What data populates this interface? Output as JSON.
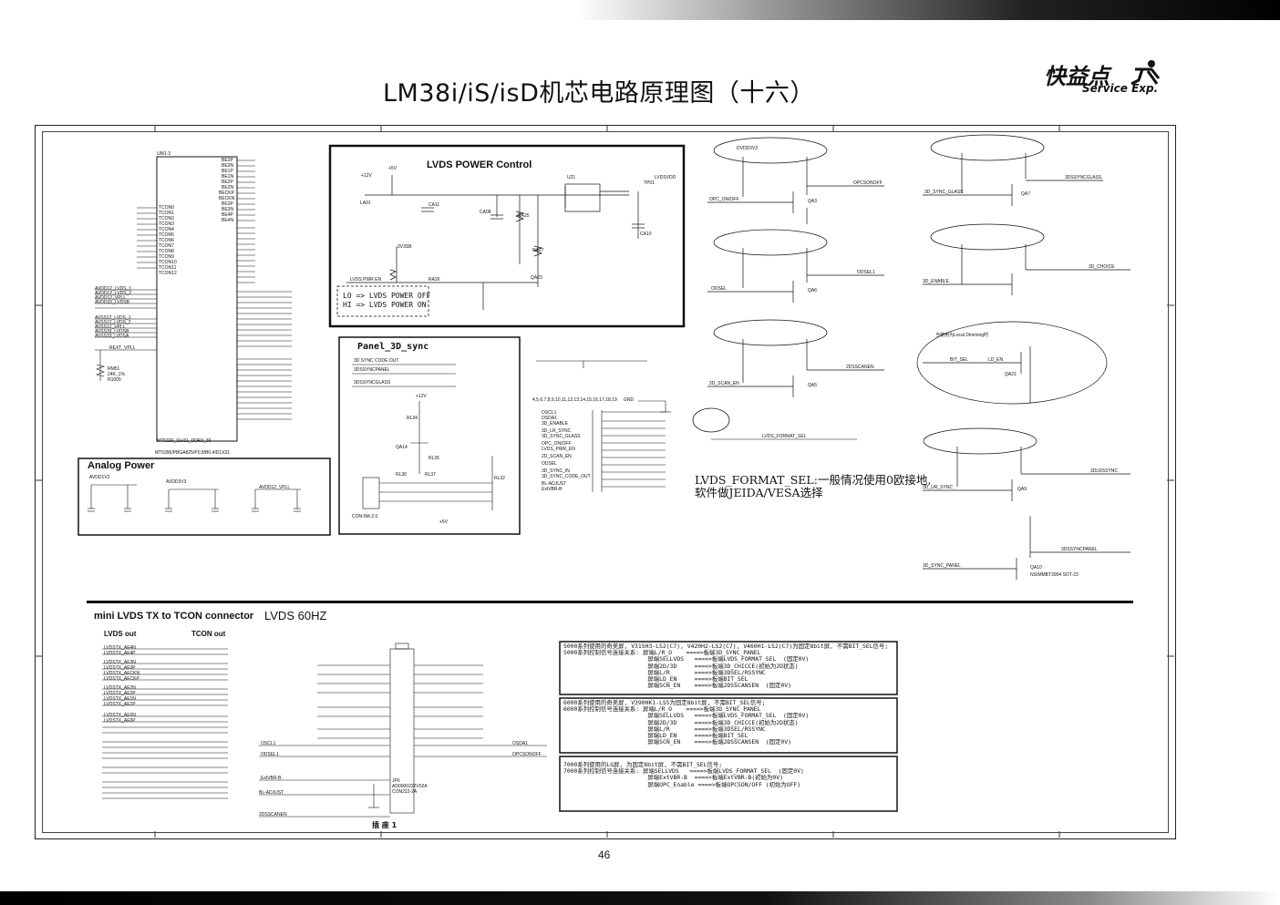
{
  "page": {
    "title": "LM38i/iS/isD机芯电路原理图（十六）",
    "page_number": "46"
  },
  "logo": {
    "name": "快益点",
    "subtitle": "Service Exp."
  },
  "blocks": {
    "lvds_power": {
      "title": "LVDS POWER Control",
      "note_line1": "LO => LVDS POWER OFF",
      "note_line2": "HI => LVDS POWER ON",
      "parts": [
        "RA25",
        "RA26",
        "RA27",
        "QA23",
        "CA08",
        "CA10",
        "CA11",
        "LA01",
        "U21",
        "TP01"
      ],
      "nets": [
        "+12V",
        "+5V",
        "3V3SB",
        "LVDS PWR EN",
        "LVDSVDD"
      ]
    },
    "panel_3d_sync": {
      "title": "Panel_3D_sync",
      "nets": [
        "3D SYNC CODE OUT",
        "3DSSYNCPANEL",
        "3DSSYNCGLASS",
        "+12V",
        "+5V"
      ],
      "parts": [
        "RL34",
        "RL35",
        "RL36",
        "RL37",
        "RL32",
        "QA14",
        "CON-5M-2.0"
      ]
    },
    "analog_power": {
      "title": "Analog Power",
      "nets": [
        "AVDD1V2",
        "AVDD3V3",
        "AVDD12_VPLL"
      ]
    },
    "ic": {
      "ref": "UM1-3",
      "part": "MT5326_31x31_DDR3_36",
      "package": "MT5396/PBGA825/P0.8/B0.4/D1X31",
      "left_pins": [
        "TCON0",
        "TCON1",
        "TCON2",
        "TCON3",
        "TCON4",
        "TCON5",
        "TCON6",
        "TCON7",
        "TCON8",
        "TCON9",
        "TCON10",
        "TCON11",
        "TCON12"
      ],
      "right_pins": [
        "BE3P",
        "BE3N",
        "BE1P",
        "BE1N",
        "BE2P",
        "BE2N",
        "BECKP",
        "BECKN",
        "BE3P",
        "BE3N",
        "BE4P",
        "BE4N"
      ],
      "power_pins": [
        "AVDD12_LVDS_1",
        "AVDD12_LVDS_2",
        "AVDD12_VPLL",
        "AVDD33_LVDSB",
        "AVSS12_LVDS_1",
        "AVSS12_LVDS_2",
        "AVSS12_VPLL",
        "AVSS33_LVDSB",
        "AVSS33_LVDSA",
        "REXT_VPLL"
      ],
      "resistor": "RM51 24K_1% R1005"
    },
    "format_sel": {
      "note_line1": "LVDS_FORMAT_SEL:一般情况使用0欧接地,",
      "note_line2": "软件做JEIDA/VESA选择",
      "connector_pins": "4,5,6,7,8,9,10,11,12,13,14,15,16,17,18,19",
      "signals": [
        "OSCL1",
        "OSDA1",
        "3D_ENABLE",
        "3D_LR_SYNC",
        "3D_SYNC_GLASS",
        "OPC_ON/OFF",
        "LVDS_PWR_EN",
        "2D_SCAN_EN",
        "ODSEL",
        "3D_SYNC_IN",
        "3D_SYNC_CODE_OUT",
        "BL-ADJUST",
        "ExtVBR-B"
      ],
      "net": "GND"
    },
    "mini_lvds": {
      "title": "mini LVDS TX to TCON connector",
      "subtitle": "LVDS 60HZ",
      "col_left": "LVDS out",
      "col_right": "TCON out",
      "connector": "插 座 1",
      "connector_part": "JP6 AD0000222V02A CON222-2A",
      "nets": [
        "LVDSTX_AE4N",
        "LVDSTX_AE4P",
        "LVDSTX_AE3N",
        "LVDSTX_AE3P",
        "LVDSTX_AECKN",
        "LVDSTX_AECKP",
        "LVDSTX_AE2N",
        "LVDSTX_AE2P",
        "LVDSTX_AE1N",
        "LVDSTX_AE1P",
        "LVDSTX_AE0N",
        "LVDSTX_AE0P",
        "OSCL1",
        "ODSEL1",
        "ExtVBR-B",
        "BL-ADJUST",
        "2DSSCANEN",
        "OSDA1",
        "OPCSONOFF"
      ]
    },
    "right_circuits": {
      "nets": [
        "DVDD3V3",
        "OPC_ON/OFF",
        "OPCSONOFF",
        "3D_SYNC_GLASS",
        "3DSSYNCGLASS",
        "3D_ENABLE",
        "3D_CHOICE",
        "ODSEL",
        "ODSEL1",
        "2D_SCAN_EN",
        "2DSSCANEN",
        "BIT_SEL",
        "LD_EN",
        "LVDS_FORMAT_SEL",
        "3D_UR_SYNC",
        "3DLRSSYNC",
        "3D_SYNC_PANEL",
        "3DSSYNCPANEL"
      ],
      "transistors": [
        "QA3",
        "QA7",
        "QA6",
        "QA5",
        "QA21",
        "QA9",
        "QA10"
      ],
      "parts_note": "NS/MMBT3904 SOT-23"
    },
    "config_notes": [
      {
        "text": "5000系列使用的奇美屏, V315H3-LS2(C7), V420H2-LS2(C7), V460H1-LS2(C7)为固定8bit屏, 不需BIT_SEL信号;\n5000系列控制信号连接关系: 屏端L/R_O    ====>板端3D_SYNC_PANEL\n                        屏端SELLVDS   ====>板端LVDS_FORMAT_SEL  (固定0V)\n                        屏端2D/3D     ====>板端3D_CHICCE(初始为2D状态)\n                        屏端L/R       ====>板端3DSEL/RSSYNC\n                        屏端LD_EN     ====>板端BIT_SEL\n                        屏端SCN_EN    ====>板端2DSSCANSEN  (固定0V)"
      },
      {
        "text": "6000系列使用的奇美屏, V390HK1-LS5为固定8bit屏, 不需BIT_SEL信号;\n6000系列控制信号连接关系: 屏端L/R_O    ====>板端3D_SYNC_PANEL\n                        屏端SELLVDS   ====>板端LVDS_FORMAT_SEL  (固定0V)\n                        屏端2D/3D     ====>板端3D_CHICCE(初始为2D状态)\n                        屏端L/R       ====>板端3DSEL/RSSYNC\n                        屏端LD_EN     ====>板端BIT_SEL\n                        屏端SCN_EN    ====>板端2DSSCANSEN  (固定0V)"
      },
      {
        "text": "7000系列使用的LG屏, 为固定8bit屏, 不需BIT_SEL信号;\n7000系列控制信号连接关系: 屏端SELLVDS   ====>板端LVDS_FORMAT_SEL  (固定0V)\n                        屏端ExtVBR-B  ====>板端ExtVBR-B(初始为0V)\n                        屏端OPC_Enable ====>板端OPCSON/OFF (初始为OFF)"
      }
    ],
    "local_dimming_note": "当使用为Local Dimming时"
  }
}
